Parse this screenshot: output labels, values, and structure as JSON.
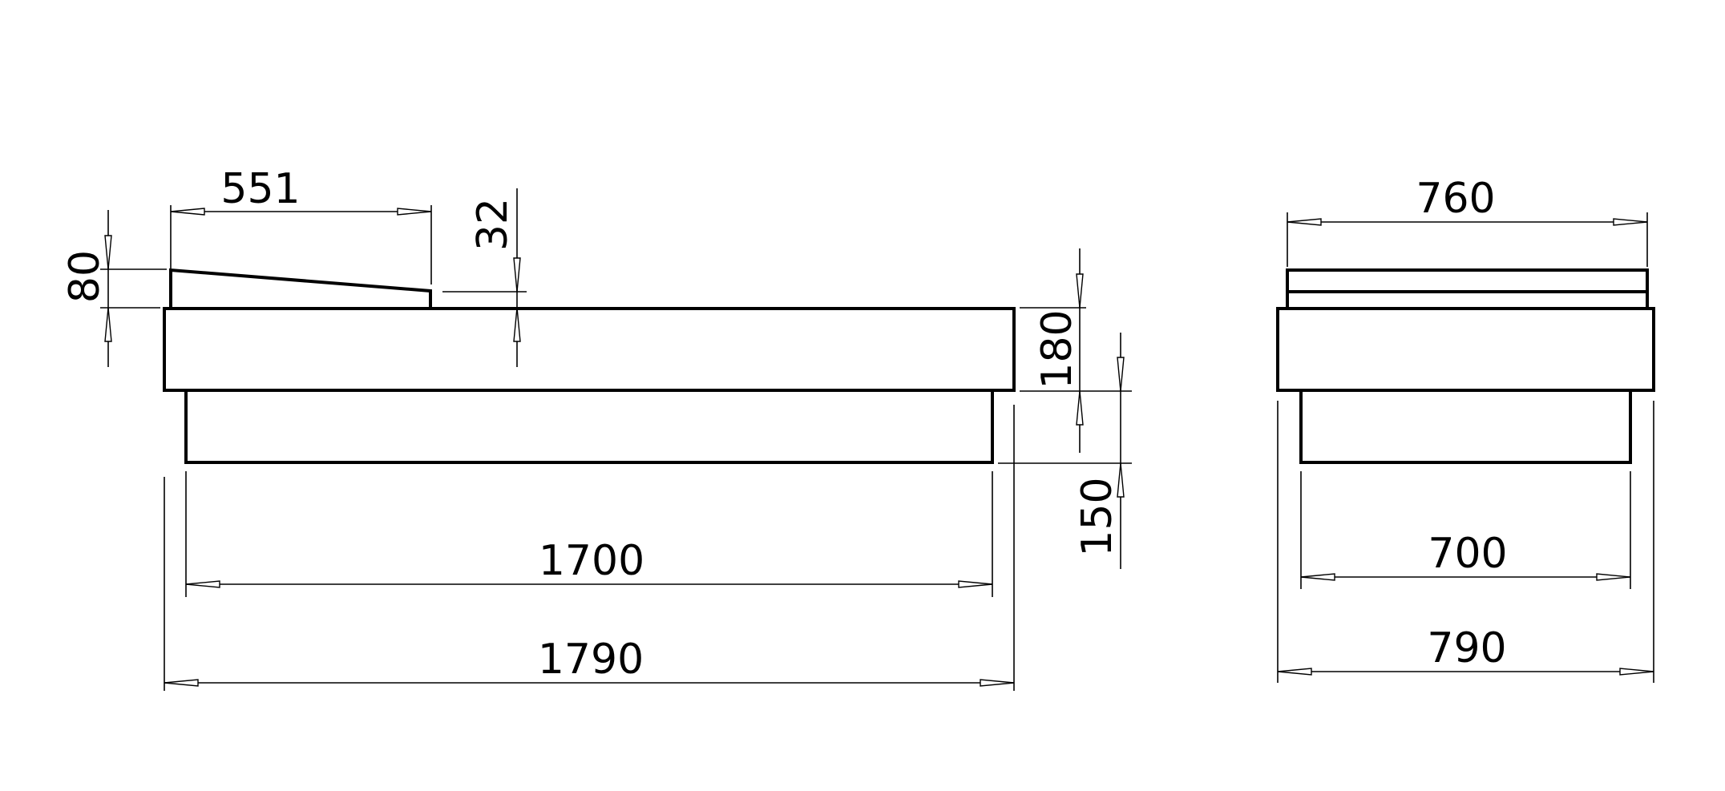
{
  "side_view": {
    "dim_headrest_length": "551",
    "dim_headrest_height": "80",
    "dim_wedge_offset": "32",
    "dim_mattress_height": "180",
    "dim_base_height": "150",
    "dim_base_length": "1700",
    "dim_total_length": "1790"
  },
  "end_view": {
    "dim_top_width": "760",
    "dim_base_width": "700",
    "dim_total_width": "790"
  }
}
